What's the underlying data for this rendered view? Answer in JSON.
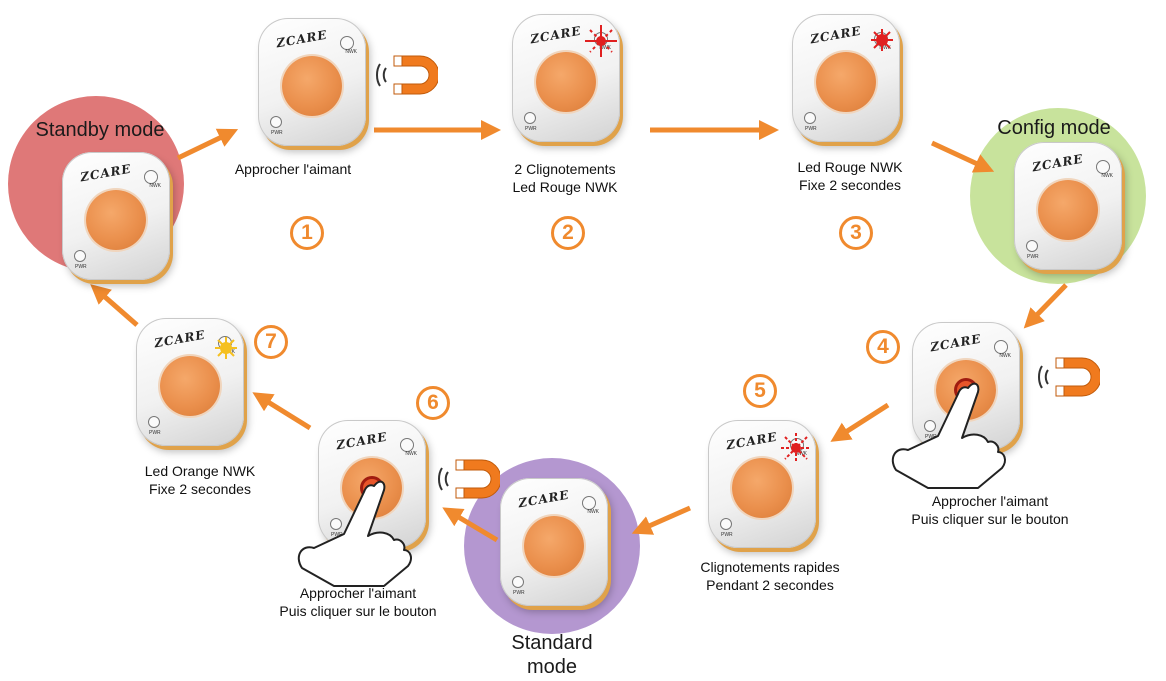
{
  "modes": {
    "standby": {
      "label": "Standby mode",
      "color": "#df7878"
    },
    "config": {
      "label": "Config mode",
      "color": "#c8e39c"
    },
    "standard": {
      "label_line1": "Standard",
      "label_line2": "mode",
      "color": "#b497d0"
    }
  },
  "device": {
    "brand": "ZCARE",
    "nwk_label": "NWK",
    "pwr_label": "PWR",
    "button_color": "#ea8f4c"
  },
  "steps": [
    {
      "number": "1",
      "caption": [
        "Approcher l'aimant"
      ]
    },
    {
      "number": "2",
      "caption": [
        "2 Clignotements",
        "Led Rouge NWK"
      ]
    },
    {
      "number": "3",
      "caption": [
        "Led Rouge NWK",
        "Fixe 2 secondes"
      ]
    },
    {
      "number": "4",
      "caption": [
        "Approcher l'aimant",
        "Puis cliquer sur le bouton"
      ]
    },
    {
      "number": "5",
      "caption": [
        "Clignotements rapides",
        "Pendant 2 secondes"
      ]
    },
    {
      "number": "6",
      "caption": [
        "Approcher l'aimant",
        "Puis cliquer sur le bouton"
      ]
    },
    {
      "number": "7",
      "caption": [
        "Led Orange NWK",
        "Fixe 2 secondes"
      ]
    }
  ],
  "colors": {
    "arrow": "#f08a2e",
    "magnet": "#f07a1e",
    "led_red": "#e02020",
    "led_orange": "#f5c020"
  }
}
